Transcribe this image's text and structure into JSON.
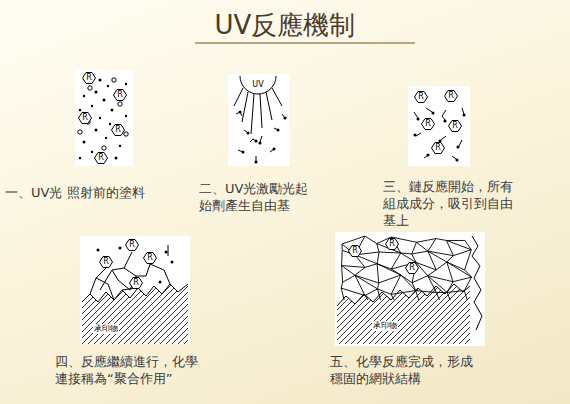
{
  "diagram": {
    "title": "UV反應機制",
    "labels": [
      "R",
      "R",
      "R",
      "R",
      "R",
      "一、UV光 照射前的塗料",
      "UV",
      "二、UV光激勵光起 始劑產生自由基",
      "R",
      "R",
      "R",
      "R",
      "R",
      "三、鏈反應開始，所有 組成成分，吸引到自由 基上",
      "R",
      "R",
      "R",
      "R",
      "承印物",
      "四、反應繼續進行，化學 連接稱為“聚合作用”",
      "R",
      "R",
      "R",
      "承印物",
      "五、化學反應完成，形成 穩固的網狀結構"
    ]
  }
}
